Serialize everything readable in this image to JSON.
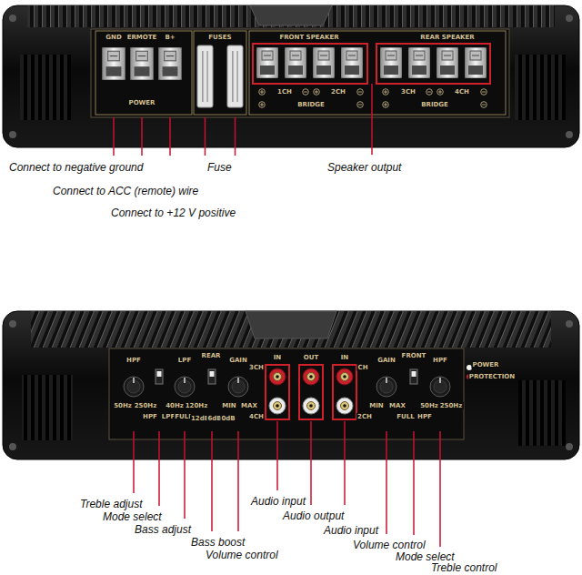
{
  "diagram": {
    "labels": [
      "GND",
      "ERMOTE",
      "B+",
      "FUSES",
      "FRONT SPEAKER",
      "REAR SPEAKER",
      "POWER",
      "1CH",
      "2CH",
      "BRIDGE",
      "3CH",
      "4CH",
      "BRIDGE",
      "Connect to negative ground",
      "Connect to ACC (remote) wire",
      "Connect to +12 V positive",
      "Fuse",
      "Speaker output",
      "REAR",
      "HPF",
      "50Hz",
      "250Hz",
      "HPF",
      "LPF",
      "LPF",
      "40Hz",
      "120Hz",
      "FULL",
      "12dB",
      "6dB",
      "0dB",
      "GAIN",
      "MIN",
      "MAX",
      "IN",
      "3CH",
      "4CH",
      "OUT",
      "IN",
      "CH",
      "2CH",
      "FRONT",
      "GAIN",
      "MIN",
      "MAX",
      "FULL",
      "HPF",
      "HPF",
      "50Hz",
      "250Hz",
      "POWER",
      "PROTECTION",
      "Treble adjust",
      "Mode select",
      "Bass adjust",
      "Bass boost",
      "Volume control",
      "Audio input",
      "Audio output",
      "Audio input",
      "Volume control",
      "Mode select",
      "Treble control"
    ]
  }
}
